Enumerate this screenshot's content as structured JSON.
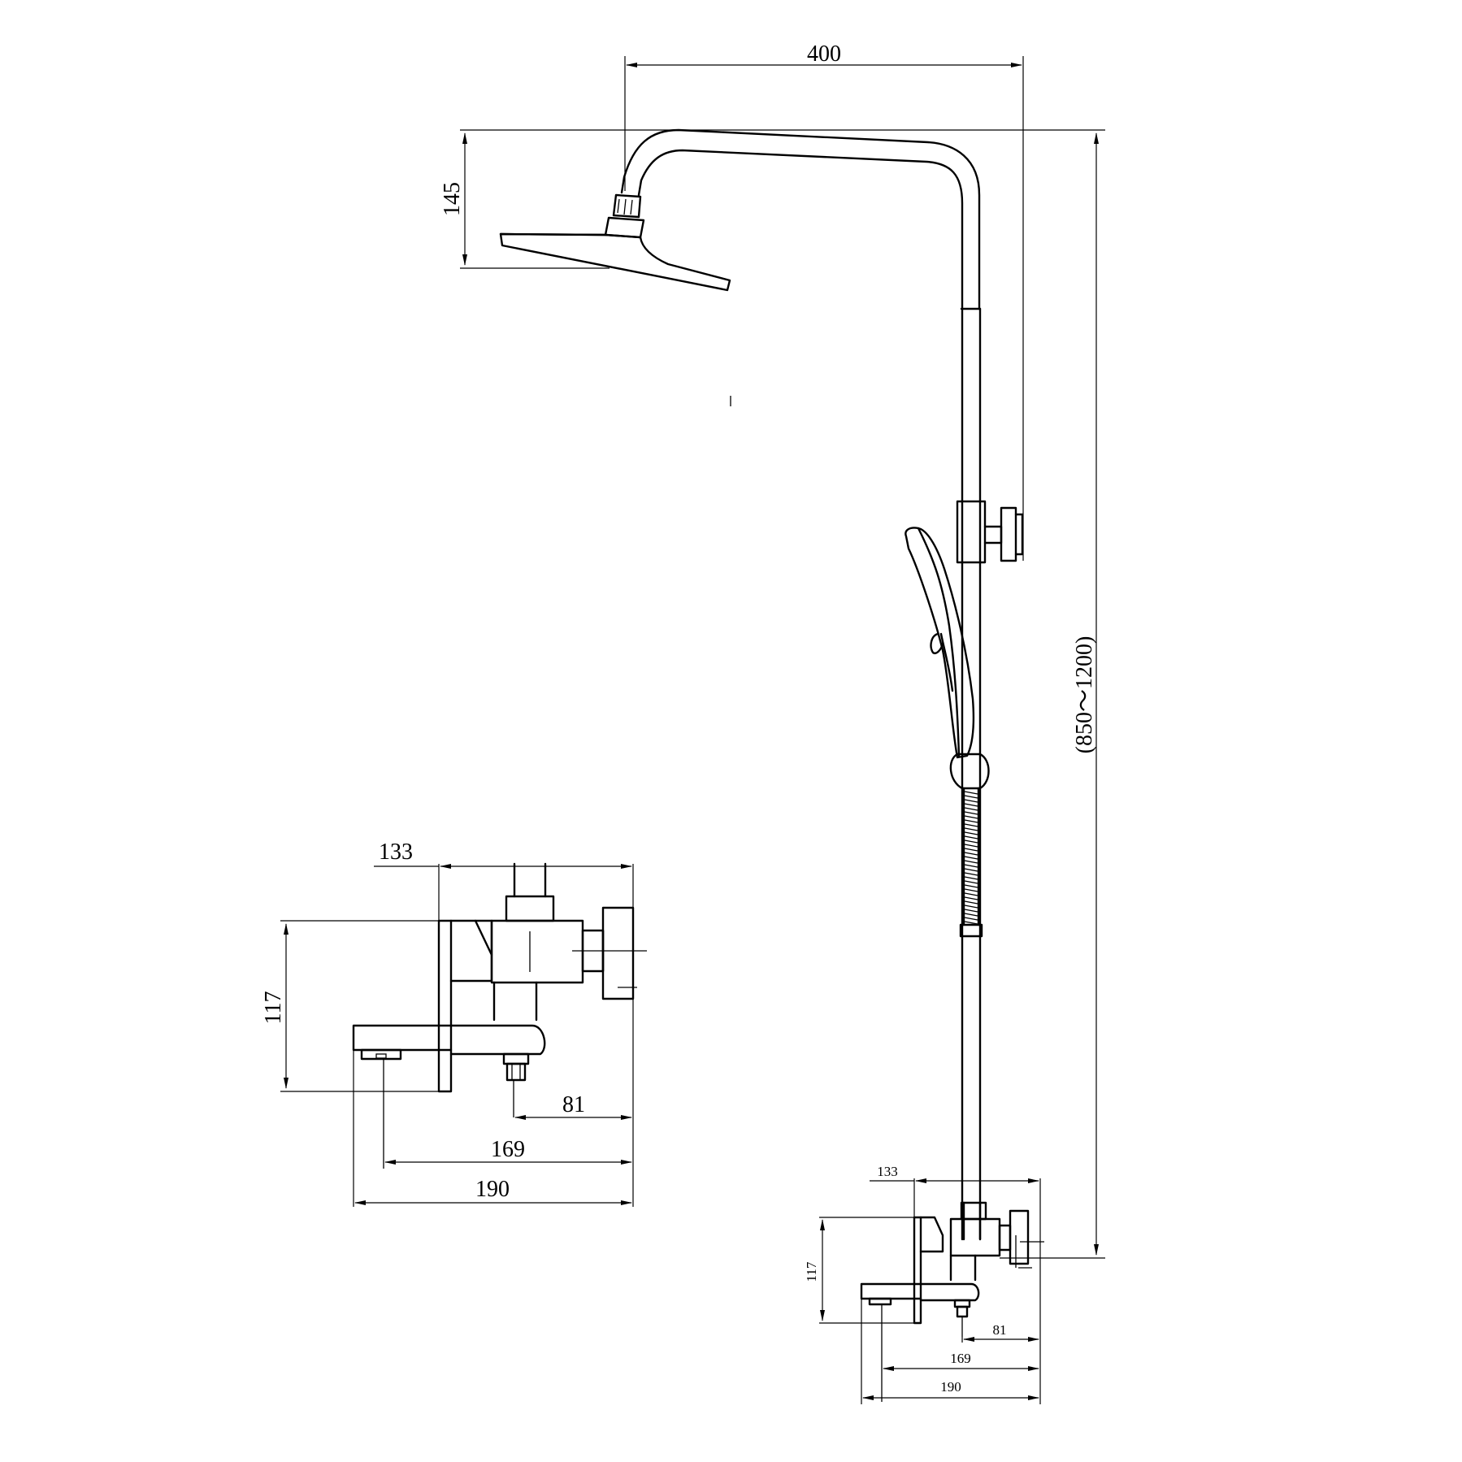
{
  "dimensions": {
    "rail_width": "400",
    "head_drop": "145",
    "height_range": "(850～1200)",
    "mixer_large": {
      "depth": "133",
      "height": "117",
      "outlet": "81",
      "spout": "169",
      "total": "190"
    },
    "mixer_small": {
      "depth": "133",
      "height": "117",
      "outlet": "81",
      "spout": "169",
      "total": "190"
    }
  }
}
